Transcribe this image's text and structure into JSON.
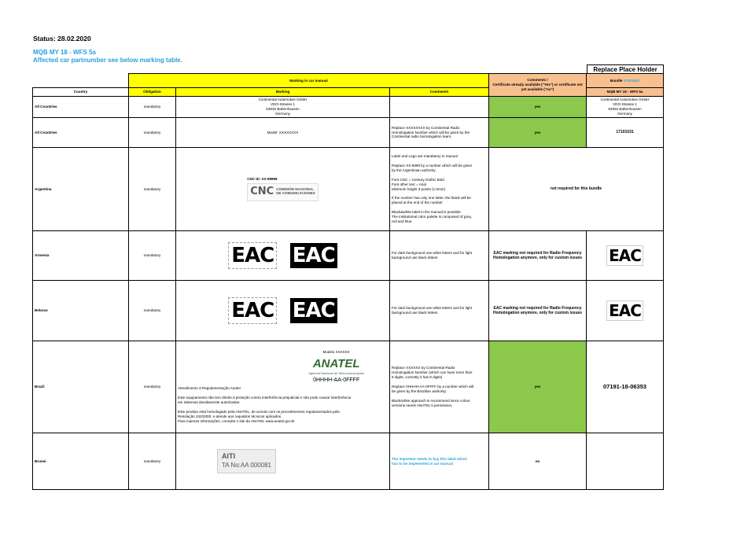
{
  "header": {
    "status": "Status: 28.02.2020",
    "line1": "MQB MY 18 - WFS 5a",
    "line2": "Affected car partnumber see below marking table."
  },
  "replace_place_holder": "Replace Place Holder",
  "table": {
    "marking_in_car_manual": "Marking in car manual",
    "comments_header": "Comments /\nCertificate already available (\"Yes\") or certificate not yet available (\"no\")",
    "bundle_label": "Bundle ",
    "bundle_number": "17101031",
    "mqb_label": "MQB MY 18 - WFS 5a",
    "col_country": "Country",
    "col_obligation": "Obligation",
    "col_marking": "Marking",
    "col_comments": "Comments",
    "rows": [
      {
        "country": "All Countries",
        "obligation": "mandatory",
        "marking": "Continental Automotive GmbH\nVDO-Strasse 1\n64832 Babenhausen\nGermany",
        "comments": "",
        "status": "yes",
        "replace": "Continental Automotive GmbH\nVDO-Strasse 1\n64832 Babenhausen\nGermany"
      },
      {
        "country": "All Countries",
        "obligation": "mandatory",
        "marking": "Model: XXXXXXXX",
        "comments": "Replace XXXXXXXX by Continental Radio\nHomologation Number which will be given by the\nContinental radio homologation team.",
        "status": "yes",
        "replace": "17101031"
      },
      {
        "country": "Argentina",
        "obligation": "mandatory",
        "cnc_id": "CNC ID: XX-99999",
        "cnc_logo": "CNC",
        "cnc_text1": "COMISIÓN NACIONAL",
        "cnc_text2": "DE COMUNICACIONES",
        "comments": "Label and Logo are mandatory in manual\n\nReplace XX-9999 by a number which will be given\nby the Argentinian authority.\n\nFont CNC = Century Gothic Bold\nFont other text = Arial\nMinimum height 3 points (1.5mm)\n\nIf the number has only one letter, the blank will be\nplaced at the end of the number\n\nBlack&white label in the manual is possible.\nThe institutional color palette is composed of grey,\nred and blue",
        "status": "not required for this bundle"
      },
      {
        "country": "Armenia",
        "obligation": "mandatory",
        "eac": "EAC",
        "comments": "For dark background use white letters and for light\nbackground use black letters",
        "status": "EAC marking not required for Radio Frequency\nHomologation anymore, only for custom issues",
        "replace_logo": "EAC"
      },
      {
        "country": "Belarus",
        "obligation": "mandatory",
        "eac": "EAC",
        "comments": "For dark background use white letters and for light\nbackground use black letters",
        "status": "EAC marking not required for Radio Frequency\nHomologation anymore, only for custom issues",
        "replace_logo": "EAC"
      },
      {
        "country": "Brazil",
        "obligation": "mandatory",
        "modelo": "Modelo XXXXXX",
        "anatel_logo": "ANATEL",
        "anatel_sub": "Agência Nacional de Telecomunicações",
        "anatel_code": "0HHHH-AA-0FFFF",
        "marking_text": "Atendimento à Regulamentação Anatel\n\nEste equipamento não tem direito à proteção contra interferência prejudicial e não pode causar interferência\nem sistemas devidamente autorizados.\n\nEste produto está homologado pela ANATEL, de acordo com os procedimentos regulamentados pela\nResolução 242/2000, e atende aos requisitos técnicos aplicados.\nPara maiores informações, consulte o site da ANATEL www.anatel.gov.br",
        "comments": "Replace XXXXXX by Continental Radio\nHomologation Number (which can have more than\n6 digits; currently it has 8 digits)\n\nReplace 0HHHH-AA-0FFFF by a number which will\nbe given by the Brazilian authority.\n\nBlack/white approach is  recommend since colour\nversions needs ANATEL's permission.",
        "status": "yes",
        "replace": "07191-18-06353"
      },
      {
        "country": "Brunei",
        "obligation": "mandatory",
        "aiti_logo": "AITI",
        "aiti_ta": "TA No:AA 000081",
        "comments": "The importeur needs to buy this label which\nhas to be implemeted in car manual",
        "status": "no"
      }
    ]
  },
  "colors": {
    "yellow": "#ffff00",
    "salmon": "#f9c08f",
    "green": "#8cc84b",
    "blue": "#2aa0dc"
  }
}
